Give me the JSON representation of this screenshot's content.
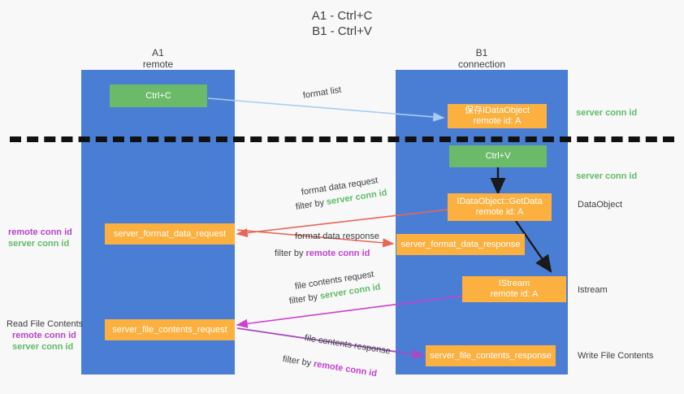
{
  "title": {
    "line1": "A1 - Ctrl+C",
    "line2": "B1 - Ctrl+V"
  },
  "columns": [
    {
      "name": "A1",
      "role": "remote"
    },
    {
      "name": "B1",
      "role": "connection"
    }
  ],
  "boxes": {
    "ctrl_c": "Ctrl+C",
    "ctrl_v": "Ctrl+V",
    "save_idataobject_line1": "保存IDataObject",
    "save_idataobject_line2": "remote id: A",
    "getdata_line1": "IDataObject::GetData",
    "getdata_line2": "remote id: A",
    "istream_line1": "IStream",
    "istream_line2": "remote id: A",
    "server_format_data_request": "server_format_data_request",
    "server_format_data_response": "server_format_data_response",
    "server_file_contents_request": "server_file_contents_request",
    "server_file_contents_response": "server_file_contents_response"
  },
  "edges": {
    "format_list": "format list",
    "format_data_request": "format data request",
    "format_data_request_filter_prefix": "filter by ",
    "format_data_request_filter_key": "server conn id",
    "format_data_response": "format data response",
    "format_data_response_filter_prefix": "filter by ",
    "format_data_response_filter_key": "remote conn id",
    "file_contents_request": "file contents request",
    "file_contents_request_filter_prefix": "filter by ",
    "file_contents_request_filter_key": "server conn id",
    "file_contents_response": "file contents response",
    "file_contents_response_filter_prefix": "filter by ",
    "file_contents_response_filter_key": "remote conn id"
  },
  "right_notes": {
    "server_conn_id_1": "server conn id",
    "server_conn_id_2": "server conn id",
    "dataobject": "DataObject",
    "istream": "Istream",
    "write_file_contents": "Write File Contents"
  },
  "left_notes": {
    "remote_conn_id_1": "remote conn id",
    "server_conn_id_1": "server conn id",
    "read_file_contents": "Read File Contents",
    "remote_conn_id_2": "remote conn id",
    "server_conn_id_2": "server conn id"
  },
  "colors": {
    "lane": "#4a7ed4",
    "green_box": "#6aba6a",
    "orange_box": "#fbb03f",
    "server_conn_id": "#5fba68",
    "remote_conn_id": "#c23fd0",
    "light_blue_arrow": "#a8cdf0",
    "red_arrow": "#e8655a",
    "magenta_arrow": "#cf3fce",
    "purple_arrow": "#a64bc4",
    "black_arrow": "#1a1a1a",
    "divider": "#111111"
  }
}
